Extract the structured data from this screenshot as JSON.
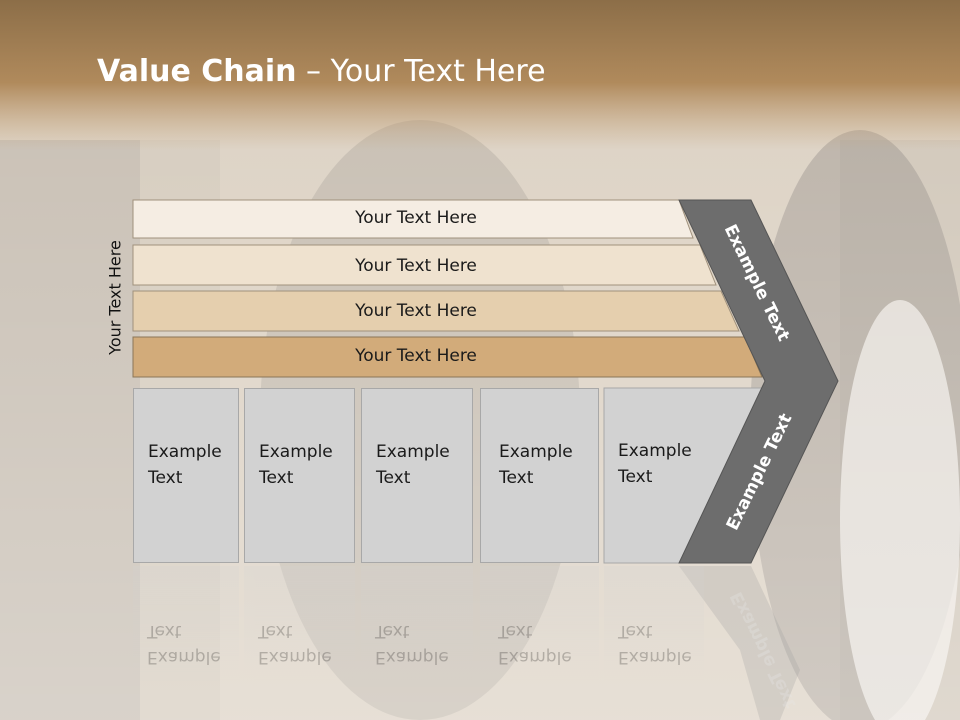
{
  "title": {
    "bold": "Value Chain",
    "rest": " – Your Text Here"
  },
  "side_label": "Your Text Here",
  "bars": [
    {
      "label": "Your Text Here",
      "color": "#f5ede3"
    },
    {
      "label": "Your Text Here",
      "color": "#efe2cf"
    },
    {
      "label": "Your Text Here",
      "color": "#e5cfae"
    },
    {
      "label": "Your Text Here",
      "color": "#d2ab7a"
    }
  ],
  "boxes": [
    {
      "line1": "Example",
      "line2": "Text"
    },
    {
      "line1": "Example",
      "line2": "Text"
    },
    {
      "line1": "Example",
      "line2": "Text"
    },
    {
      "line1": "Example",
      "line2": "Text"
    },
    {
      "line1": "Example",
      "line2": "Text"
    }
  ],
  "chevron": {
    "top_label": "Example Text",
    "bottom_label": "Example Text",
    "color": "#6d6d6d"
  },
  "colors": {
    "header": "#a8814f",
    "box": "#d2d2d2"
  }
}
